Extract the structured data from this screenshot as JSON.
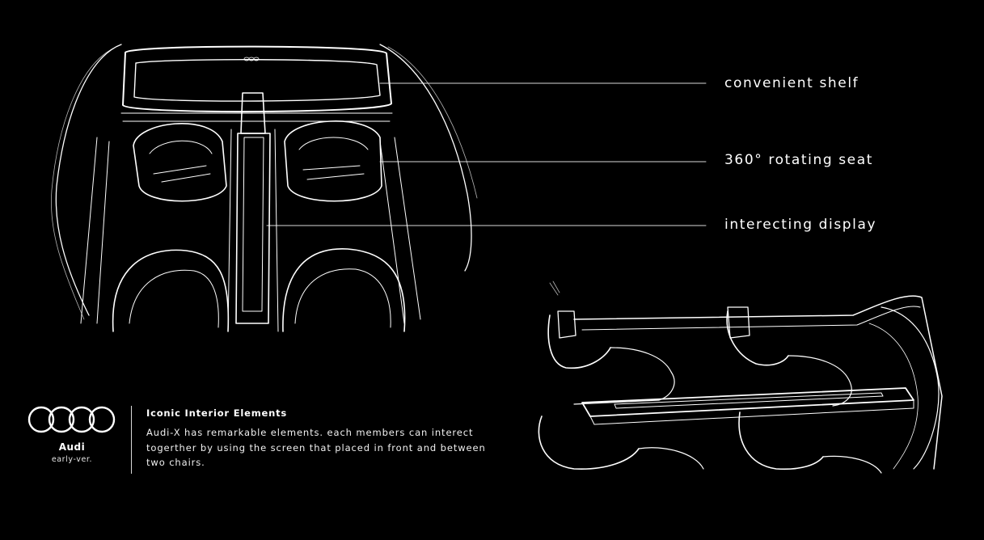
{
  "callouts": [
    {
      "label": "convenient shelf"
    },
    {
      "label": "360° rotating seat"
    },
    {
      "label": "interecting display"
    }
  ],
  "brand": {
    "name": "Audi",
    "subtitle": "early-ver.",
    "logo_icon": "audi-four-rings-icon"
  },
  "info": {
    "title": "Iconic Interior Elements",
    "body": "Audi-X has remarkable elements. each members can interect togerther by using the screen that placed in front and between two chairs."
  },
  "colors": {
    "background": "#000000",
    "foreground": "#ffffff"
  }
}
